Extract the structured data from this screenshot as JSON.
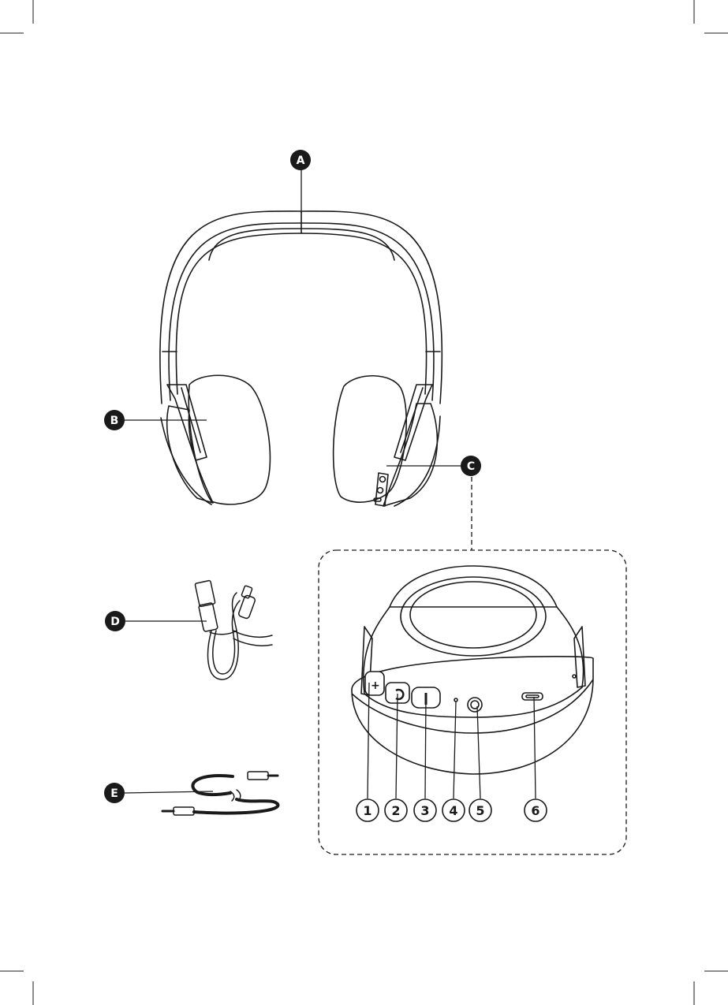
{
  "callouts": {
    "a": "A",
    "b": "B",
    "c": "C",
    "d": "D",
    "e": "E"
  },
  "controls": {
    "n1": "1",
    "n2": "2",
    "n3": "3",
    "n4": "4",
    "n5": "5",
    "n6": "6"
  },
  "colors": {
    "ink": "#1a1a1a",
    "paper": "#ffffff"
  }
}
